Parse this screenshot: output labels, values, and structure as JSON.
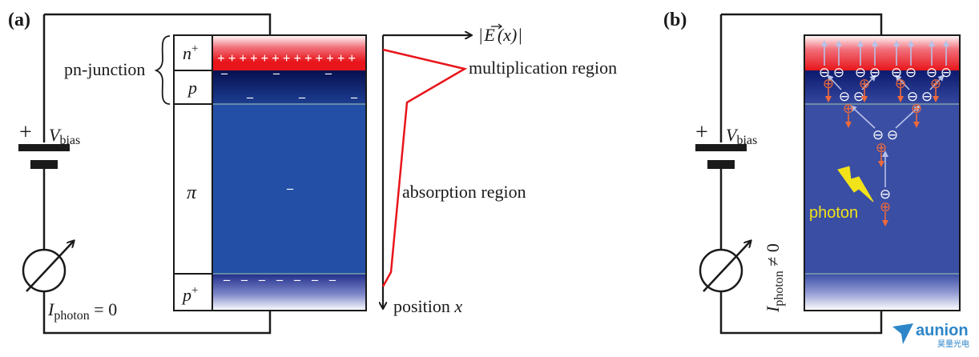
{
  "panel_a": {
    "label": "(a)",
    "pn_junction_label": "pn-junction",
    "bias": {
      "plus": "+",
      "V": "V",
      "sub": "bias"
    },
    "ammeter": {
      "I": "I",
      "sub": "photon",
      "rest": " = 0"
    },
    "layers": {
      "n_plus": {
        "base": "n",
        "sup": "+"
      },
      "p": "p",
      "pi": "π",
      "p_plus": {
        "base": "p",
        "sup": "+"
      }
    },
    "charges": {
      "plus": "+",
      "minus": "–"
    },
    "field_axis": {
      "prefix": "|",
      "E": "E",
      "x_part": "(x)",
      "suffix": "|"
    },
    "position_axis": {
      "label": "position ",
      "var": "x"
    },
    "annotations": {
      "multiplication": "multiplication region",
      "absorption": "absorption region"
    }
  },
  "panel_b": {
    "label": "(b)",
    "bias": {
      "plus": "+",
      "V": "V",
      "sub": "bias"
    },
    "ammeter": {
      "I": "I",
      "sub": "photon",
      "rest": " ≠ 0"
    },
    "photon_label": "photon",
    "electron_symbol": "⊖",
    "hole_symbol": "⊕"
  },
  "logo": {
    "name": "aunion",
    "subtitle": "昊量光电"
  },
  "colors": {
    "wire": "#1a1a1a",
    "n_plus_red": "#e8151b",
    "depletion_navy": "#0c1a6e",
    "pi_blue": "#2350a6",
    "panel_b_blue": "#3a4ea4",
    "field_line": "#e8151b",
    "hole_orange": "#ef6a3a",
    "electron_arrow": "#b8c2e8",
    "photon_yellow": "#f2e21a",
    "interface_line": "#7fa0a8"
  }
}
